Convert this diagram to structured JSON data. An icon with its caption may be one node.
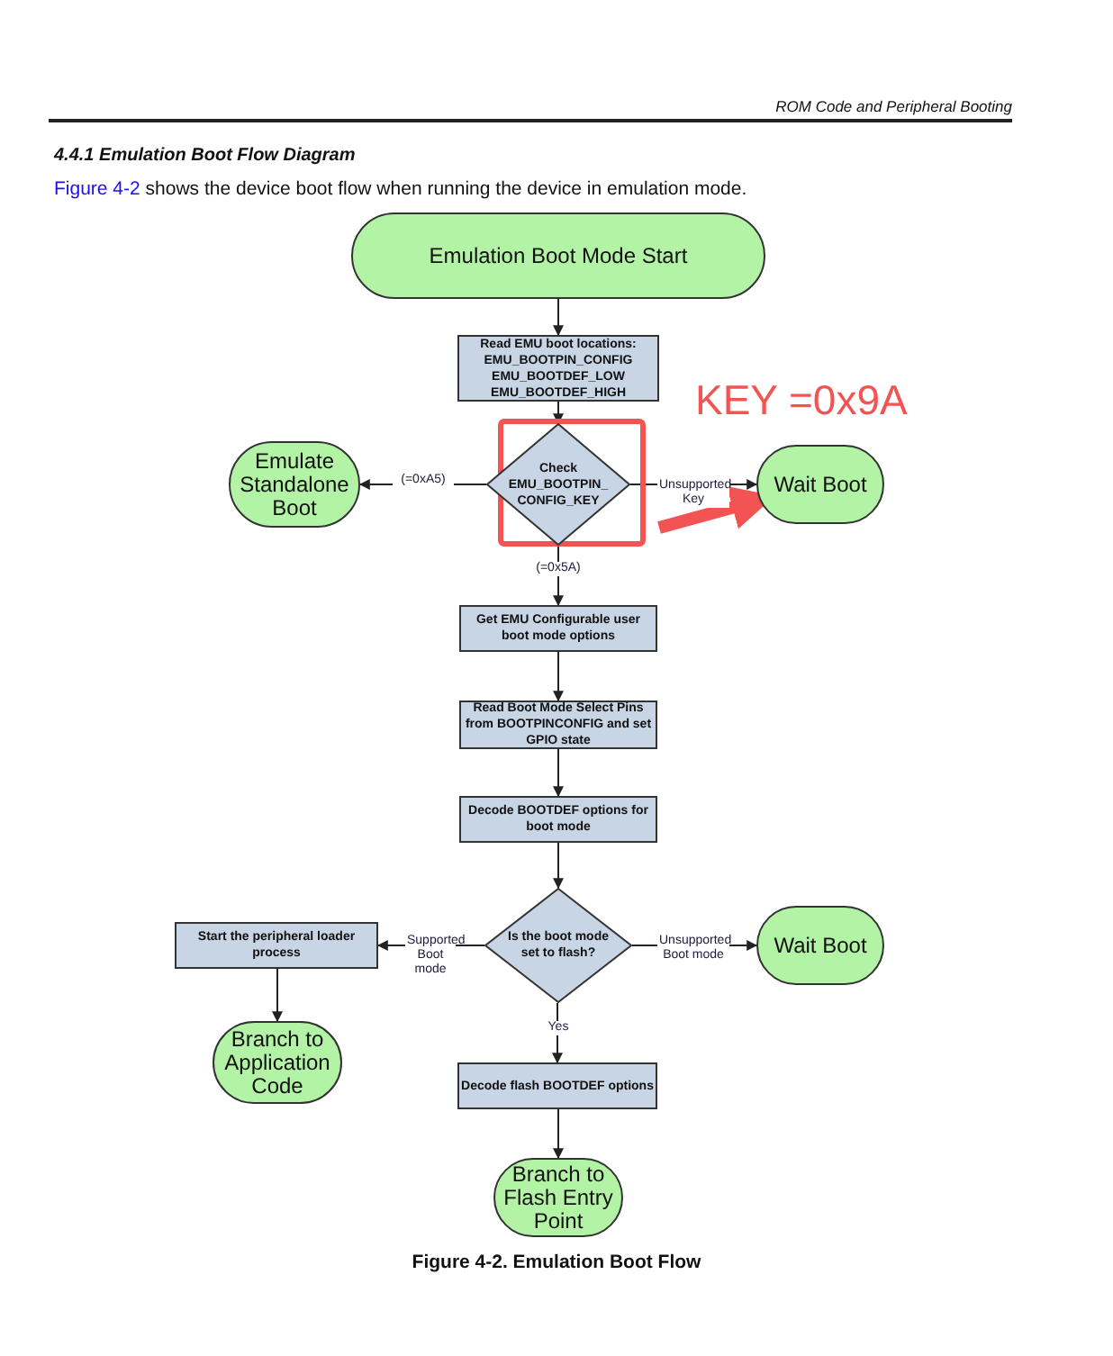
{
  "diagram": {
    "title": "4.4.1 Emulation Boot Flow Diagram",
    "caption": "Figure 4-2. Emulation Boot Flow",
    "nodes": [
      {
        "text": [
          "Emulation Boot Mode Start"
        ]
      },
      {
        "text": [
          "Read EMU boot locations:",
          "EMU_BOOTPIN_CONFIG",
          "EMU_BOOTDEF_LOW",
          "EMU_BOOTDEF_HIGH"
        ]
      },
      {
        "text": [
          "Check EMU_BOOTPIN_ CONFIG_KEY"
        ]
      },
      {
        "text": [
          "Emulate Standalone Boot"
        ]
      },
      {
        "text": [
          "Wait Boot"
        ]
      },
      {
        "text": [
          "Get EMU Configurable user boot mode options"
        ]
      },
      {
        "text": [
          "Read Boot Mode Select Pins from BOOTPINCONFIG and set GPIO state"
        ]
      },
      {
        "text": [
          "Decode BOOTDEF options for boot mode"
        ]
      },
      {
        "text": [
          "Is the boot mode set to flash?"
        ]
      },
      {
        "text": [
          "Start the peripheral loader process"
        ]
      },
      {
        "text": [
          "Wait Boot"
        ]
      },
      {
        "text": [
          "Branch to Application Code"
        ]
      },
      {
        "text": [
          "Decode flash BOOTDEF options"
        ]
      },
      {
        "text": [
          "Branch to Flash Entry Point"
        ]
      }
    ],
    "edges": [
      {
        "from": 0,
        "to": 1,
        "arrow": "to"
      },
      {
        "from": 1,
        "to": 2,
        "arrow": "to"
      },
      {
        "from": 2,
        "to": 3,
        "arrow": "to",
        "label": "(=0xA5)"
      },
      {
        "from": 2,
        "to": 4,
        "arrow": "to",
        "label": "Unsupported Key"
      },
      {
        "from": 2,
        "to": 5,
        "arrow": "to",
        "label": "(=0x5A)"
      },
      {
        "from": 5,
        "to": 6,
        "arrow": "to"
      },
      {
        "from": 6,
        "to": 7,
        "arrow": "to"
      },
      {
        "from": 7,
        "to": 8,
        "arrow": "to"
      },
      {
        "from": 8,
        "to": 9,
        "arrow": "to",
        "label": "Supported Boot mode"
      },
      {
        "from": 8,
        "to": 10,
        "arrow": "to",
        "label": "Unsupported Boot mode"
      },
      {
        "from": 8,
        "to": 12,
        "arrow": "to",
        "label": "Yes"
      },
      {
        "from": 9,
        "to": 11,
        "arrow": "to"
      },
      {
        "from": 12,
        "to": 13,
        "arrow": "to"
      },
      {
        "from": 2,
        "to": 4,
        "arrow": "to",
        "style": "thick",
        "color": "#f25454"
      }
    ],
    "labels": [
      "ROM Code and Peripheral Booting",
      "Figure 4-2",
      "shows the device boot flow when running the device in emulation mode.",
      "KEY =0x9A"
    ]
  }
}
